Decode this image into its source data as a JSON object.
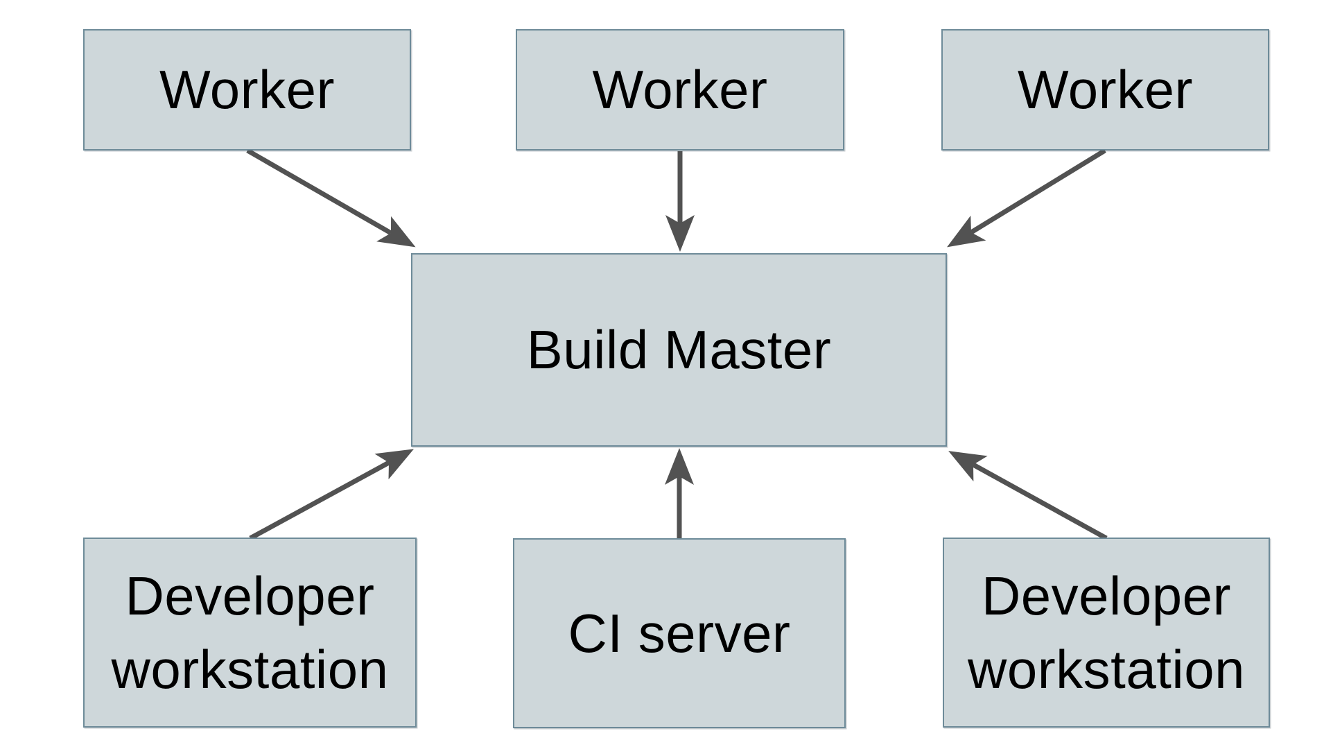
{
  "diagram": {
    "type": "architecture-diagram",
    "nodes": {
      "worker1": {
        "label": "Worker"
      },
      "worker2": {
        "label": "Worker"
      },
      "worker3": {
        "label": "Worker"
      },
      "build_master": {
        "label": "Build Master"
      },
      "dev_workstation_left": {
        "label": "Developer workstation"
      },
      "ci_server": {
        "label": "CI server"
      },
      "dev_workstation_right": {
        "label": "Developer workstation"
      }
    },
    "edges": [
      {
        "from": "worker1",
        "to": "build_master",
        "direction": "down-right"
      },
      {
        "from": "worker2",
        "to": "build_master",
        "direction": "down"
      },
      {
        "from": "worker3",
        "to": "build_master",
        "direction": "down-left"
      },
      {
        "from": "dev_workstation_left",
        "to": "build_master",
        "direction": "up-right"
      },
      {
        "from": "ci_server",
        "to": "build_master",
        "direction": "up"
      },
      {
        "from": "dev_workstation_right",
        "to": "build_master",
        "direction": "up-left"
      }
    ],
    "colors": {
      "background": "#ffffff",
      "node_fill": "#ced7da",
      "node_border": "#6e8b99",
      "arrow": "#525252",
      "text": "#000000"
    }
  }
}
